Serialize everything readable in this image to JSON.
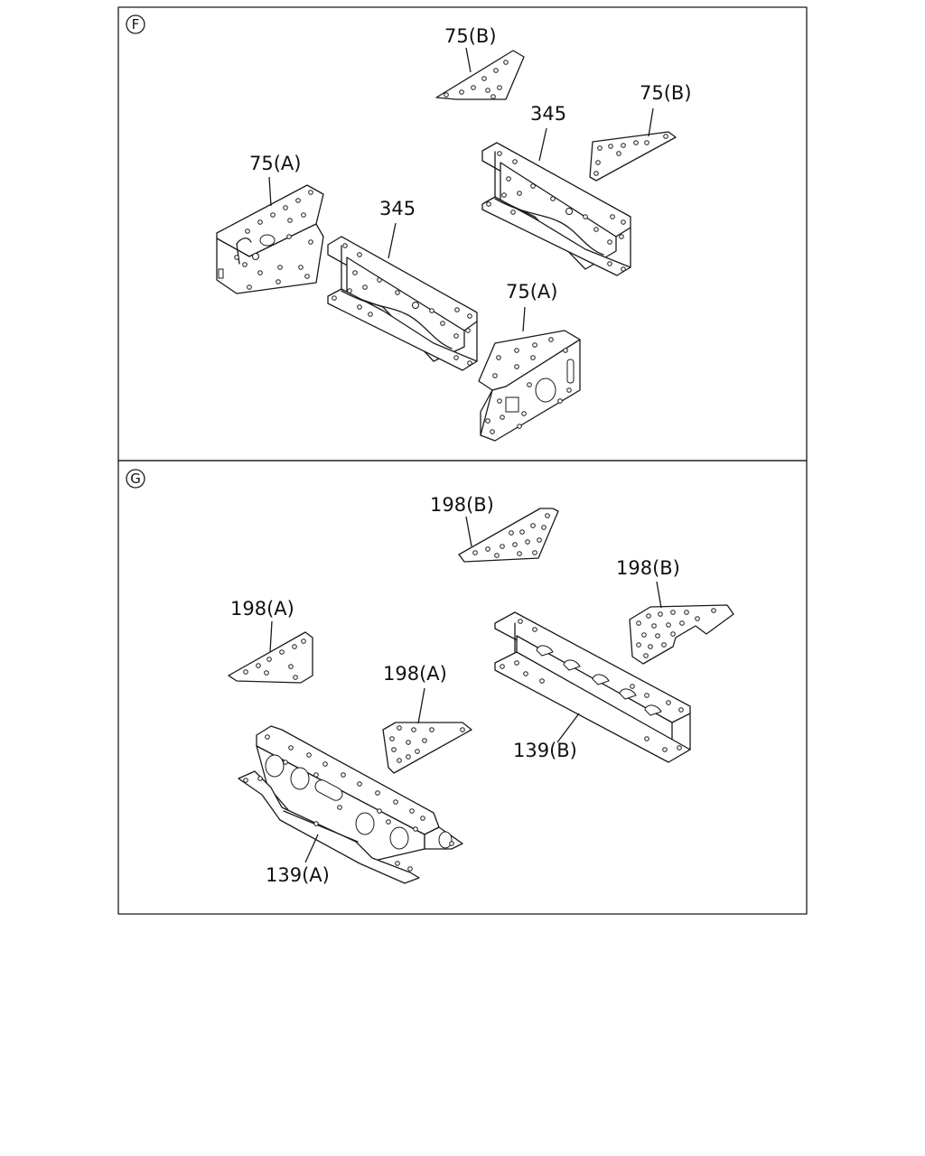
{
  "sections": [
    {
      "marker": "F",
      "labels": [
        "75(B)",
        "75(B)",
        "345",
        "75(A)",
        "345",
        "75(A)"
      ]
    },
    {
      "marker": "G",
      "labels": [
        "198(B)",
        "198(B)",
        "198(A)",
        "198(A)",
        "139(B)",
        "139(A)"
      ]
    }
  ]
}
